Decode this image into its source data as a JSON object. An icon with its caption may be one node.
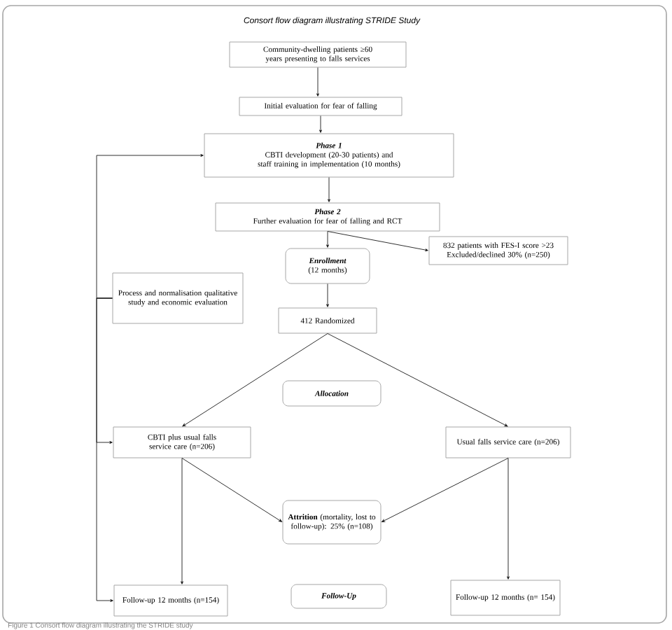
{
  "diagram": {
    "title": "Consort flow diagram illustrating STRIDE Study",
    "caption": "Figure 1 Consort flow diagram illustrating the STRIDE study",
    "nodes": [
      {
        "text": [
          "Community-dwelling patients ≥60 years presenting to falls services"
        ]
      },
      {
        "text": [
          "Initial evaluation for fear of falling"
        ]
      },
      {
        "text": [
          "Phase 1",
          "CBTI development (20-30 patients) and staff training in implementation (10 months)"
        ]
      },
      {
        "text": [
          "Phase 2",
          "Further evaluation for fear of falling and RCT"
        ]
      },
      {
        "text": [
          "Enrollment",
          "(12 months)"
        ]
      },
      {
        "text": [
          "832 patients with FES-I score >23",
          "Excluded/declined 30% (n=250)"
        ]
      },
      {
        "text": [
          "Process and normalisation qualitative study and economic evaluation"
        ]
      },
      {
        "text": [
          "412 Randomized"
        ]
      },
      {
        "text": [
          "Allocation"
        ]
      },
      {
        "text": [
          "CBTI plus usual falls service care (n=206)"
        ]
      },
      {
        "text": [
          "Usual falls service care (n=206)"
        ]
      },
      {
        "text": [
          "**Attrition** (mortality, lost to follow-up): 25% (n=108)"
        ]
      },
      {
        "text": [
          "Follow-up 12 months (n=154)"
        ]
      },
      {
        "text": [
          "Follow-Up"
        ]
      },
      {
        "text": [
          "Follow-up 12 months (n= 154)"
        ]
      }
    ],
    "edges": [
      {
        "from": 0,
        "to": 1,
        "arrow": "to"
      },
      {
        "from": 1,
        "to": 2,
        "arrow": "to"
      },
      {
        "from": 2,
        "to": 3,
        "arrow": "to"
      },
      {
        "from": 3,
        "to": 4,
        "arrow": "to"
      },
      {
        "from": 3,
        "to": 5,
        "arrow": "to"
      },
      {
        "from": 4,
        "to": 7,
        "arrow": "to"
      },
      {
        "from": 6,
        "to": 2,
        "arrow": "to"
      },
      {
        "from": 6,
        "to": 9,
        "arrow": "to"
      },
      {
        "from": 6,
        "to": 12,
        "arrow": "to"
      },
      {
        "from": 7,
        "to": 9,
        "arrow": "to"
      },
      {
        "from": 7,
        "to": 10,
        "arrow": "to"
      },
      {
        "from": 9,
        "to": 11,
        "arrow": "to"
      },
      {
        "from": 10,
        "to": 11,
        "arrow": "to"
      },
      {
        "from": 9,
        "to": 12,
        "arrow": "to"
      },
      {
        "from": 10,
        "to": 14,
        "arrow": "to"
      }
    ]
  }
}
